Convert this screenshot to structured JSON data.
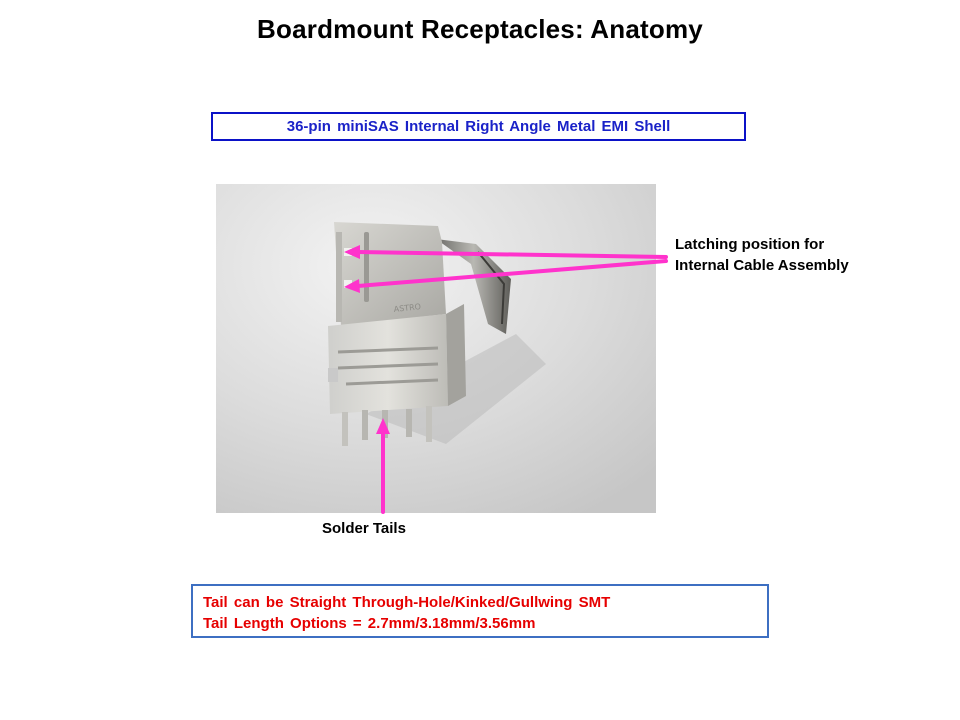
{
  "title": "Boardmount Receptacles: Anatomy",
  "subtitle": "36-pin miniSAS Internal Right Angle Metal EMI Shell",
  "photo": {
    "label": "photo-of-emi-shell",
    "stamp": "ASTRO"
  },
  "callouts": {
    "latch_line1": "Latching position for",
    "latch_line2": "Internal Cable Assembly",
    "tails": "Solder Tails"
  },
  "notes": {
    "line1": "Tail can be Straight Through-Hole/Kinked/Gullwing  SMT",
    "line2": "Tail Length Options = 2.7mm/3.18mm/3.56mm"
  },
  "colors": {
    "title": "#000000",
    "subtitle_text": "#1a22c8",
    "subtitle_border": "#0b12c7",
    "arrow": "#ff33cc",
    "note_text": "#e60000",
    "note_border": "#3d6fc2"
  }
}
